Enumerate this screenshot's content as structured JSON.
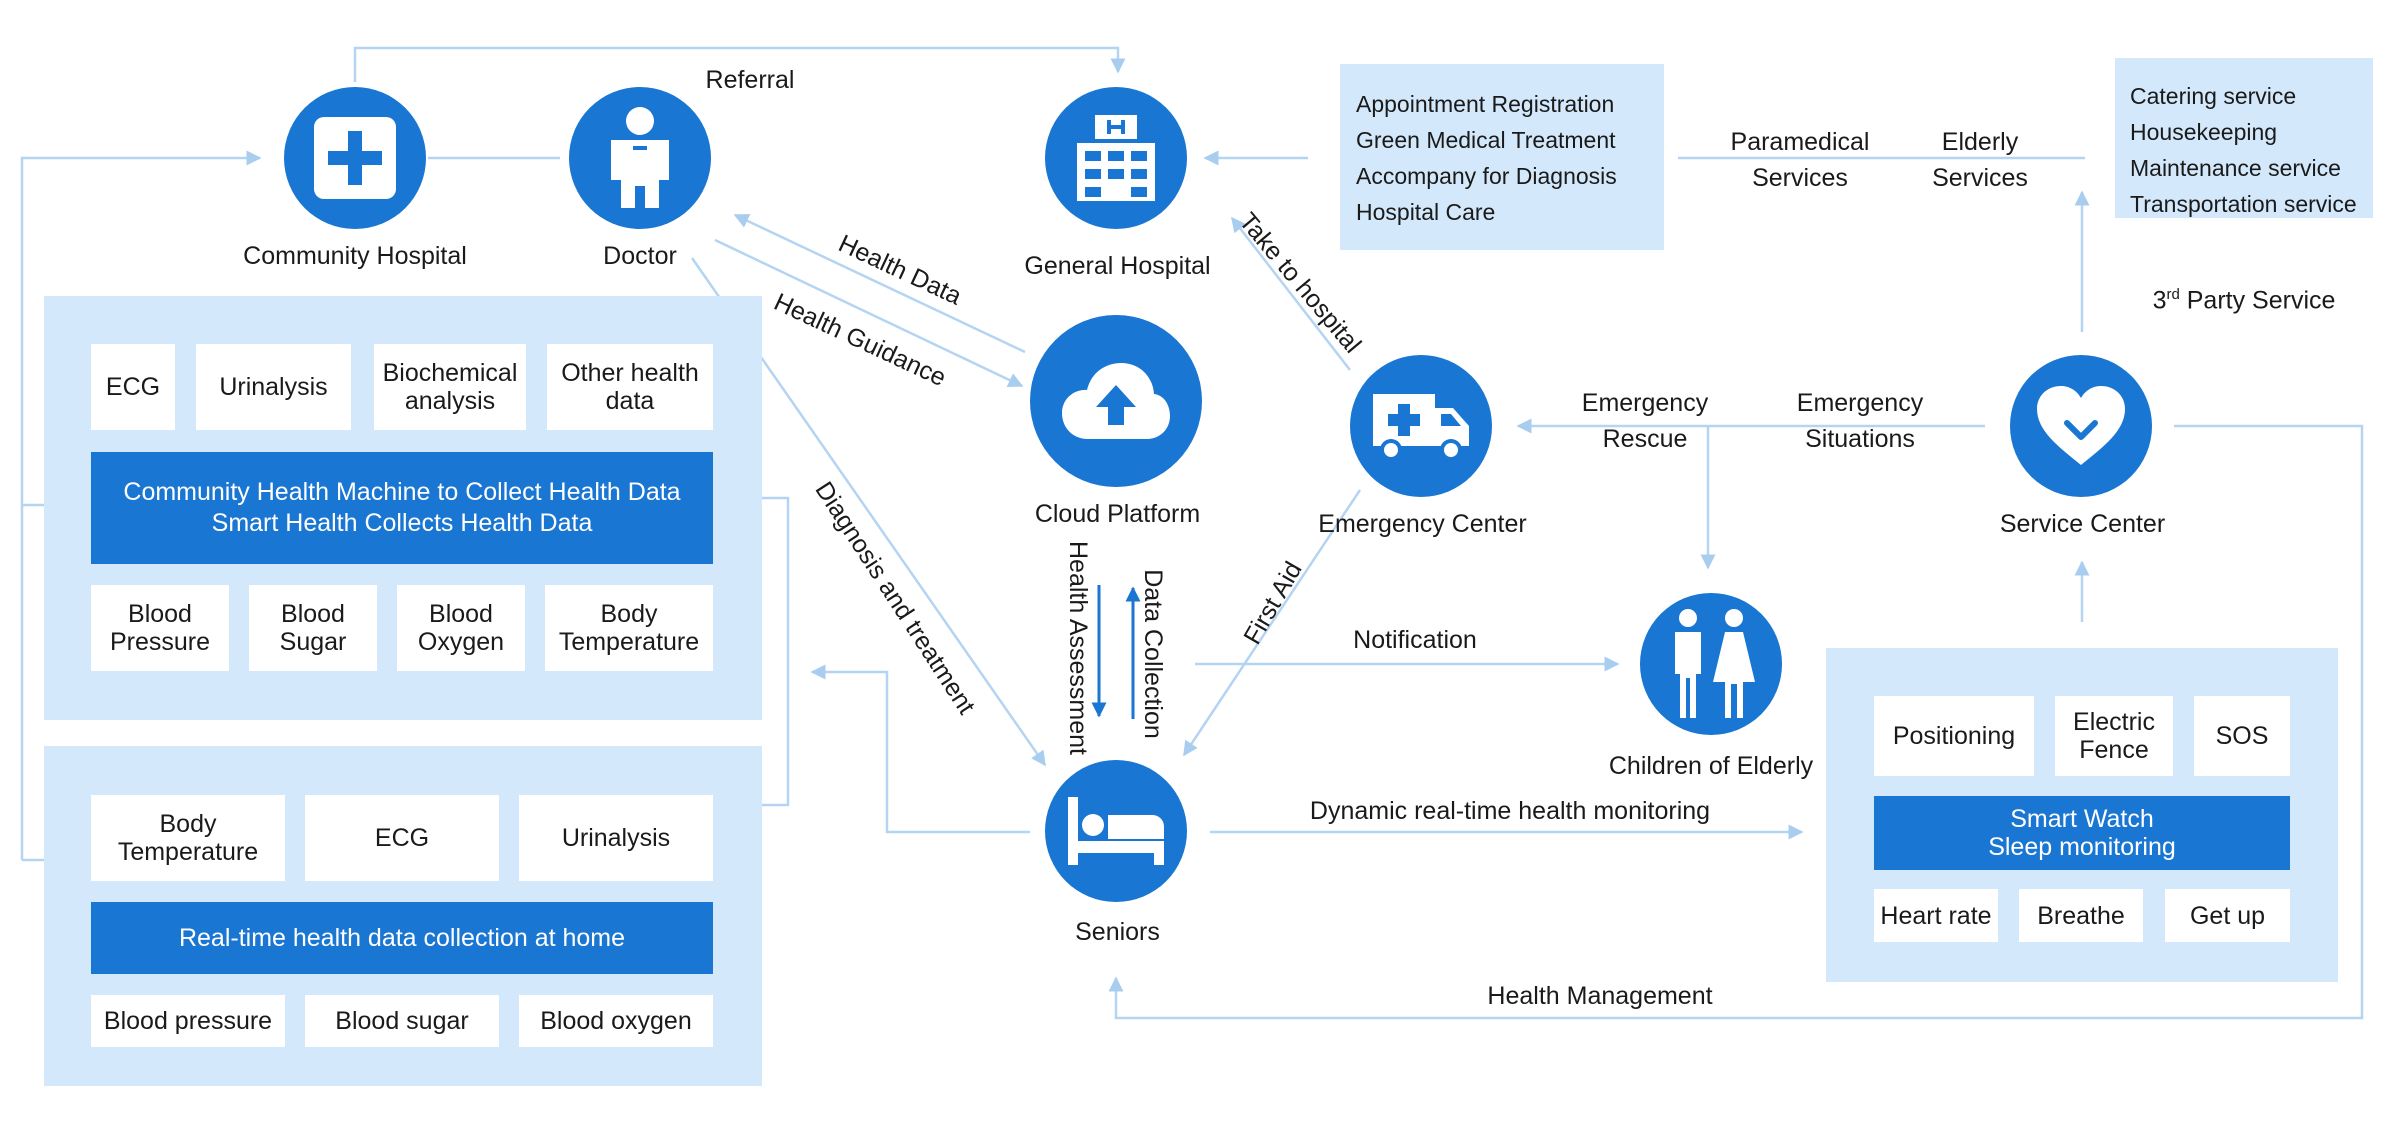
{
  "nodes": {
    "community_hospital": "Community Hospital",
    "doctor": "Doctor",
    "general_hospital": "General Hospital",
    "cloud_platform": "Cloud Platform",
    "emergency_center": "Emergency Center",
    "service_center": "Service Center",
    "children_of_elderly": "Children of Elderly",
    "seniors": "Seniors"
  },
  "edges": {
    "referral": "Referral",
    "health_data": "Health Data",
    "health_guidance": "Health Guidance",
    "diagnosis_treatment": "Diagnosis and treatment",
    "take_to_hospital": "Take to hospital",
    "first_aid": "First Aid",
    "health_assessment": "Health Assessment",
    "data_collection": "Data Collection",
    "notification": "Notification",
    "emergency_rescue_1": "Emergency",
    "emergency_rescue_2": "Rescue",
    "emergency_situations_1": "Emergency",
    "emergency_situations_2": "Situations",
    "paramedical_1": "Paramedical",
    "paramedical_2": "Services",
    "elderly_services_1": "Elderly",
    "elderly_services_2": "Services",
    "dynamic_monitoring": "Dynamic real-time health monitoring",
    "health_management": "Health Management"
  },
  "third_party": {
    "label_prefix": "3",
    "label_sup": "rd",
    "label_suffix": " Party Service",
    "items": [
      "Catering service",
      "Housekeeping",
      "Maintenance service",
      "Transportation service"
    ]
  },
  "hospital_services": {
    "items": [
      "Appointment Registration",
      "Green Medical Treatment",
      "Accompany for Diagnosis",
      "Hospital Care"
    ]
  },
  "community_panel": {
    "top_cells": [
      [
        "ECG"
      ],
      [
        "Urinalysis"
      ],
      [
        "Biochemical",
        "analysis"
      ],
      [
        "Other health",
        "data"
      ]
    ],
    "bar_lines": [
      "Community Health Machine to Collect Health Data",
      "Smart Health Collects Health Data"
    ],
    "bottom_cells": [
      [
        "Blood",
        "Pressure"
      ],
      [
        "Blood",
        "Sugar"
      ],
      [
        "Blood",
        "Oxygen"
      ],
      [
        "Body",
        "Temperature"
      ]
    ]
  },
  "home_panel": {
    "top_cells": [
      [
        "Body",
        "Temperature"
      ],
      [
        "ECG"
      ],
      [
        "Urinalysis"
      ]
    ],
    "bar_lines": [
      "Real-time health data collection at home"
    ],
    "bottom_cells": [
      [
        "Blood pressure"
      ],
      [
        "Blood sugar"
      ],
      [
        "Blood oxygen"
      ]
    ]
  },
  "smartwatch_panel": {
    "top_cells": [
      [
        "Positioning"
      ],
      [
        "Electric",
        "Fence"
      ],
      [
        "SOS"
      ]
    ],
    "bar_lines": [
      "Smart Watch",
      "Sleep monitoring"
    ],
    "bottom_cells": [
      [
        "Heart rate"
      ],
      [
        "Breathe"
      ],
      [
        "Get up"
      ]
    ]
  },
  "icons": {
    "community_hospital": "medical-cross-icon",
    "doctor": "doctor-person-icon",
    "general_hospital": "hospital-building-icon",
    "cloud_platform": "cloud-upload-icon",
    "emergency_center": "ambulance-icon",
    "service_center": "heart-icon",
    "children_of_elderly": "family-icon",
    "seniors": "bed-icon"
  },
  "colors": {
    "primary": "#1976d2",
    "panel": "#d3e8fb",
    "connector": "#b4d4f2"
  }
}
